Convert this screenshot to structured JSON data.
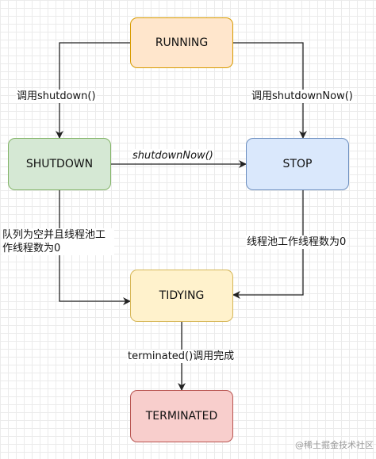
{
  "states": {
    "running": "RUNNING",
    "shutdown": "SHUTDOWN",
    "stop": "STOP",
    "tidying": "TIDYING",
    "terminated": "TERMINATED"
  },
  "transitions": {
    "running_to_shutdown": "调用shutdown()",
    "running_to_stop": "调用shutdownNow()",
    "shutdown_to_stop": "shutdownNow()",
    "shutdown_to_tidying": "队列为空并且线程池工作线程数为0",
    "stop_to_tidying": "线程池工作线程数为0",
    "tidying_to_terminated": "terminated()调用完成"
  },
  "watermark": "@稀土掘金技术社区",
  "colors": {
    "running_fill": "#ffe6cc",
    "shutdown_fill": "#d5e8d4",
    "stop_fill": "#dae8fc",
    "tidying_fill": "#fff2cc",
    "terminated_fill": "#f8cecc",
    "edge": "#222222"
  }
}
